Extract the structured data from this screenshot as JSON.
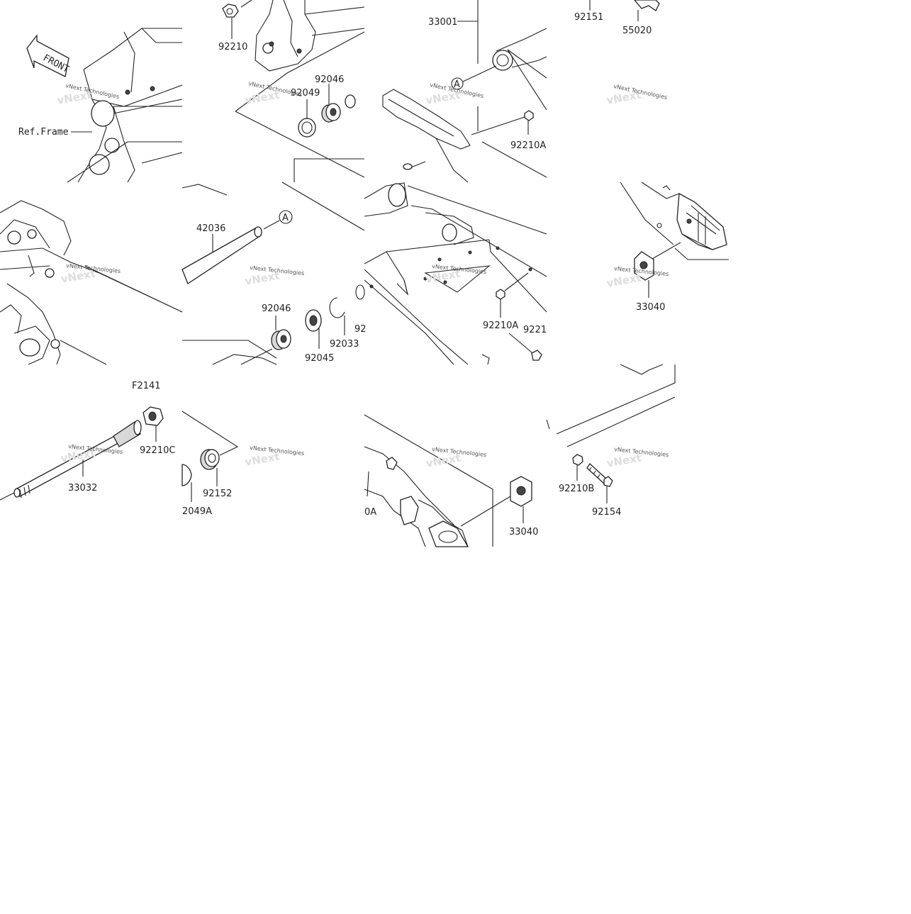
{
  "diagram": {
    "code": "F2141",
    "ref_frame": "Ref.Frame",
    "front": "FRONT",
    "watermark": "vNext Technologies",
    "callout": "A",
    "parts": {
      "p33001": "33001",
      "p92151": "92151",
      "p55020": "55020",
      "p92210": "92210",
      "p92046a": "92046",
      "p92049": "92049",
      "p92210a_top": "92210A",
      "p42036": "42036",
      "p33040_right": "33040",
      "p92046b": "92046",
      "p92045": "92045",
      "p92033": "92033",
      "p92_partial": "92",
      "p92210a_mid": "92210A",
      "p9221_partial": "9221",
      "p92210c": "92210C",
      "p33032": "33032",
      "p92152": "92152",
      "p92049a_partial": "2049A",
      "p0a_partial": "0A",
      "p33040_bottom": "33040",
      "p92210b": "92210B",
      "p92154": "92154"
    }
  }
}
